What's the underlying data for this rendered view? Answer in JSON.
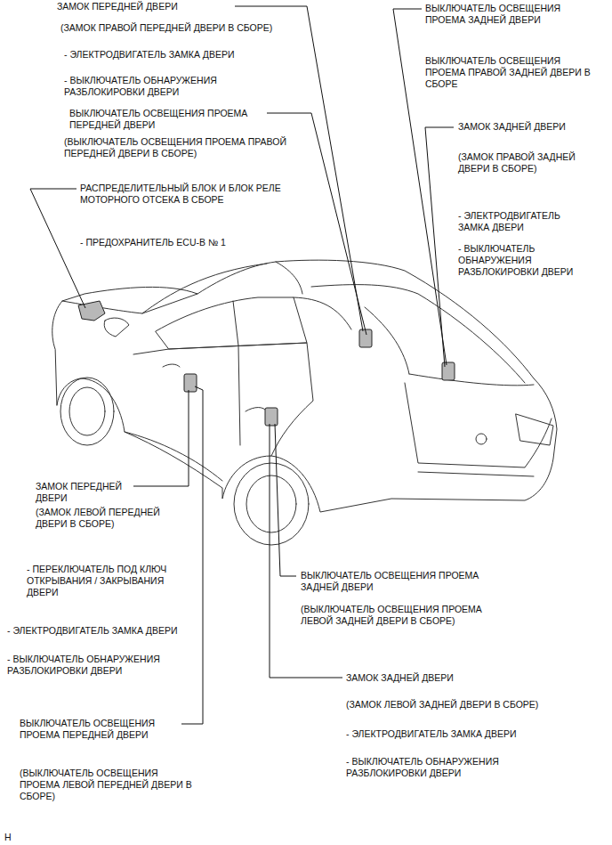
{
  "diagram": {
    "labels": [
      "ЗАМОК ПЕРЕДНЕЙ ДВЕРИ",
      "(ЗАМОК ПРАВОЙ ПЕРЕДНЕЙ ДВЕРИ В СБОРЕ)",
      "- ЭЛЕКТРОДВИГАТЕЛЬ ЗАМКА ДВЕРИ",
      "- ВЫКЛЮЧАТЕЛЬ ОБНАРУЖЕНИЯ РАЗБЛОКИРОВКИ ДВЕРИ",
      "ВЫКЛЮЧАТЕЛЬ ОСВЕЩЕНИЯ ПРОЕМА ПЕРЕДНЕЙ ДВЕРИ",
      "(ВЫКЛЮЧАТЕЛЬ ОСВЕЩЕНИЯ ПРОЕМА ПРАВОЙ ПЕРЕДНЕЙ ДВЕРИ В СБОРЕ)",
      "РАСПРЕДЕЛИТЕЛЬНЫЙ БЛОК И БЛОК РЕЛЕ МОТОРНОГО ОТСЕКА В СБОРЕ",
      "- ПРЕДОХРАНИТЕЛЬ ECU-B № 1",
      "ВЫКЛЮЧАТЕЛЬ ОСВЕЩЕНИЯ ПРОЕМА ЗАДНЕЙ ДВЕРИ",
      "ВЫКЛЮЧАТЕЛЬ ОСВЕЩЕНИЯ ПРОЕМА ПРАВОЙ ЗАДНЕЙ ДВЕРИ В СБОРЕ",
      "ЗАМОК ЗАДНЕЙ ДВЕРИ",
      "(ЗАМОК ПРАВОЙ ЗАДНЕЙ ДВЕРИ В СБОРЕ)",
      "- ЭЛЕКТРОДВИГАТЕЛЬ ЗАМКА ДВЕРИ",
      "- ВЫКЛЮЧАТЕЛЬ ОБНАРУЖЕНИЯ РАЗБЛОКИРОВКИ ДВЕРИ",
      "ЗАМОК ПЕРЕДНЕЙ ДВЕРИ",
      "(ЗАМОК ЛЕВОЙ ПЕРЕДНЕЙ ДВЕРИ В СБОРЕ)",
      "- ПЕРЕКЛЮЧАТЕЛЬ ПОД КЛЮЧ ОТКРЫВАНИЯ / ЗАКРЫВАНИЯ ДВЕРИ",
      "- ЭЛЕКТРОДВИГАТЕЛЬ ЗАМКА ДВЕРИ",
      "- ВЫКЛЮЧАТЕЛЬ ОБНАРУЖЕНИЯ РАЗБЛОКИРОВКИ ДВЕРИ",
      "ВЫКЛЮЧАТЕЛЬ ОСВЕЩЕНИЯ ПРОЕМА ПЕРЕДНЕЙ ДВЕРИ",
      "(ВЫКЛЮЧАТЕЛЬ ОСВЕЩЕНИЯ ПРОЕМА ЛЕВОЙ ПЕРЕДНЕЙ ДВЕРИ В СБОРЕ)",
      "ВЫКЛЮЧАТЕЛЬ ОСВЕЩЕНИЯ ПРОЕМА ЗАДНЕЙ ДВЕРИ",
      "(ВЫКЛЮЧАТЕЛЬ ОСВЕЩЕНИЯ ПРОЕМА ЛЕВОЙ ЗАДНЕЙ ДВЕРИ В СБОРЕ)",
      "ЗАМОК ЗАДНЕЙ ДВЕРИ",
      "(ЗАМОК ЛЕВОЙ ЗАДНЕЙ ДВЕРИ В СБОРЕ)",
      "- ЭЛЕКТРОДВИГАТЕЛЬ ЗАМКА ДВЕРИ",
      "- ВЫКЛЮЧАТЕЛЬ ОБНАРУЖЕНИЯ РАЗБЛОКИРОВКИ ДВЕРИ",
      "H"
    ]
  }
}
